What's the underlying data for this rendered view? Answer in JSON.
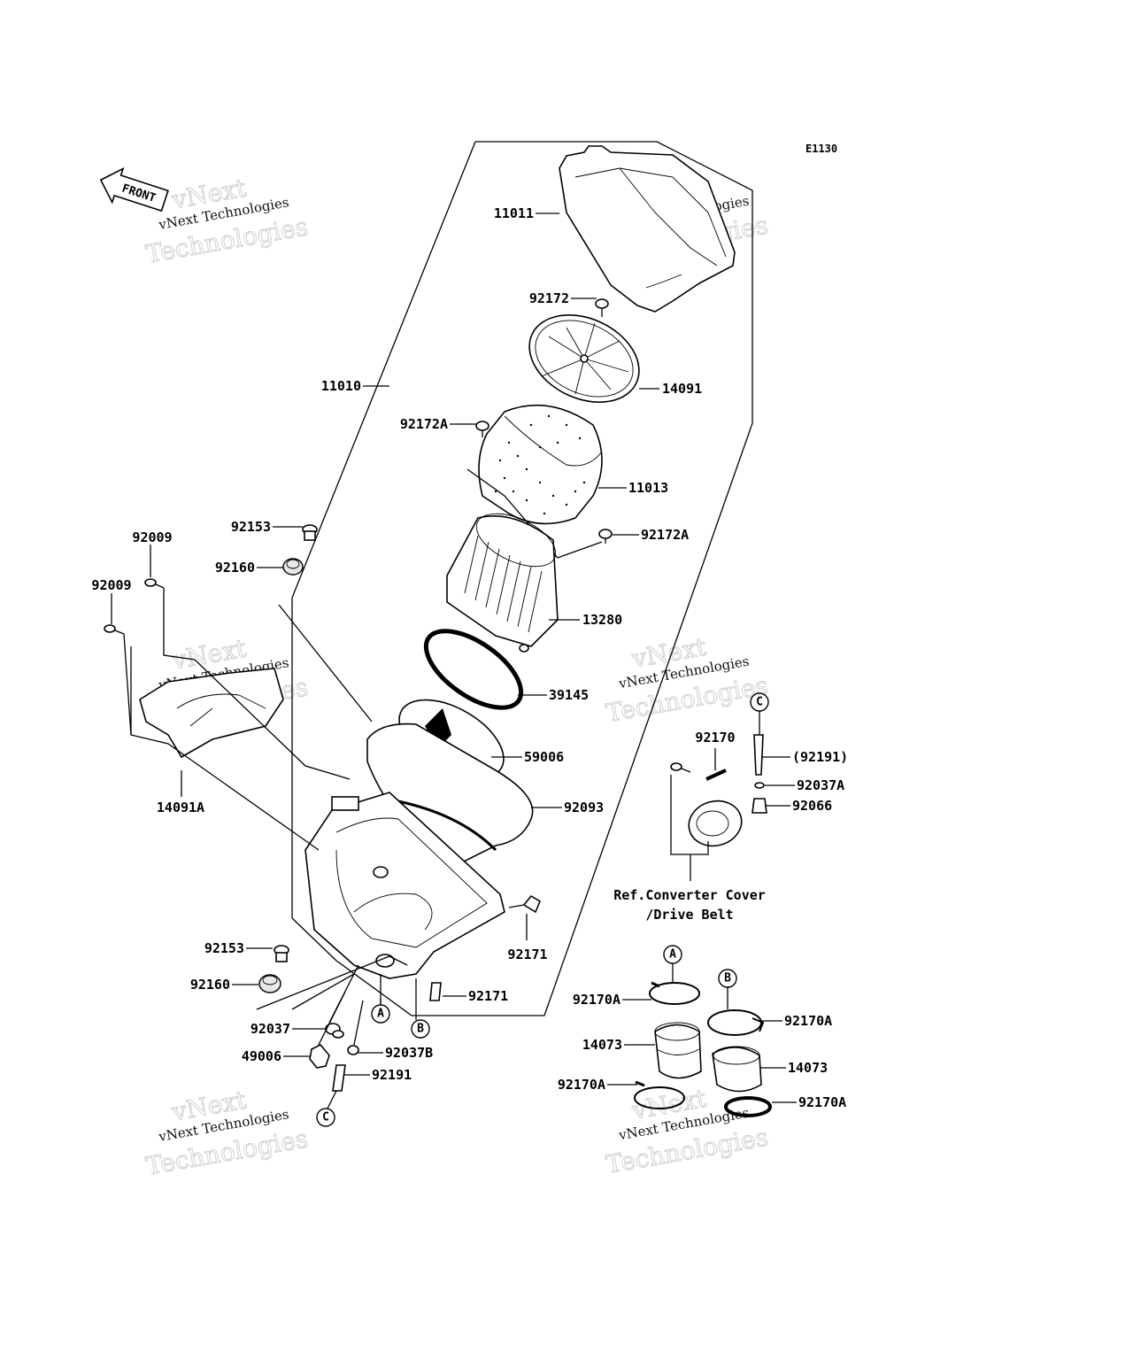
{
  "diagram_code": "E1130",
  "front_label": "FRONT",
  "watermark": {
    "line1": "vNext Technologies",
    "line2": "vNext",
    "line3": "Technologies"
  },
  "parts": {
    "p11011": "11011",
    "p92172": "92172",
    "p14091": "14091",
    "p11010": "11010",
    "p92172A_1": "92172A",
    "p11013": "11013",
    "p92172A_2": "92172A",
    "p92153_1": "92153",
    "p92009_1": "92009",
    "p92160_1": "92160",
    "p92009_2": "92009",
    "p13280": "13280",
    "p39145": "39145",
    "p59006": "59006",
    "p92093": "92093",
    "p14091A": "14091A",
    "p92170": "92170",
    "p92191_paren": "(92191)",
    "p92037A": "92037A",
    "p92066": "92066",
    "p92171_1": "92171",
    "p92153_2": "92153",
    "p92160_2": "92160",
    "p92171_2": "92171",
    "p92037": "92037",
    "p49006": "49006",
    "p92037B": "92037B",
    "p92191": "92191",
    "p92170A_1": "92170A",
    "p92170A_2": "92170A",
    "p14073_1": "14073",
    "p14073_2": "14073",
    "p92170A_3": "92170A",
    "p92170A_4": "92170A"
  },
  "reference_note": {
    "line1": "Ref.Converter Cover",
    "line2": "/Drive Belt"
  },
  "callouts": {
    "a": "A",
    "b": "B",
    "c": "C"
  }
}
